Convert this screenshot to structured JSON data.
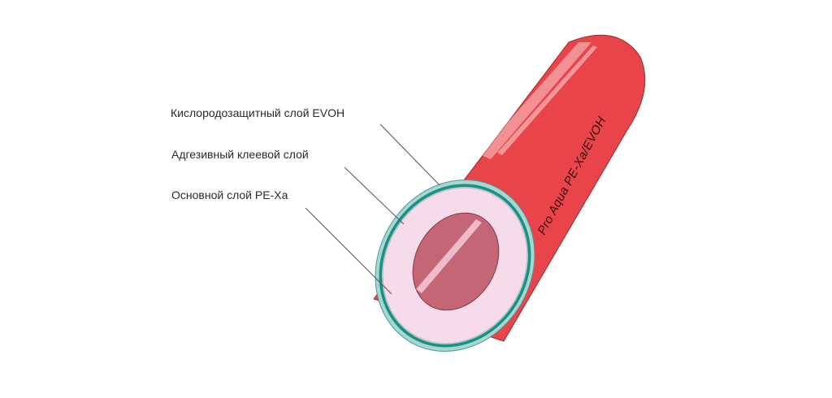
{
  "labels": {
    "evoh": "Кислородозащитный слой EVOH",
    "adhesive": "Адгезивный клеевой слой",
    "base": "Основной слой PE-Xa"
  },
  "pipe": {
    "marking": "Pro Aqua PE-Xa/EVOH"
  },
  "colors": {
    "pipe_red": "#e8444a",
    "pipe_edge": "#9a2a2e",
    "evoh_layer": "#a7d6d3",
    "evoh_ring": "#1a8f84",
    "base_layer": "#f6dbea",
    "bore": "#c56677",
    "leader": "#555555"
  }
}
